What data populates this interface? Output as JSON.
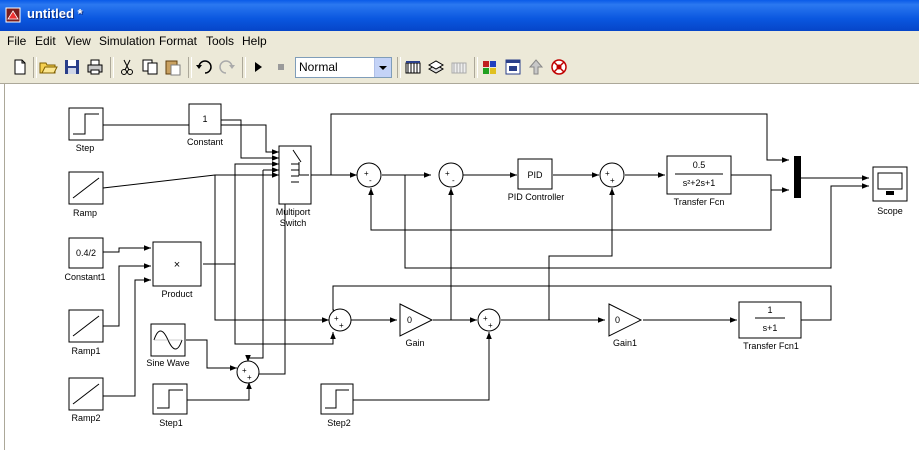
{
  "window": {
    "title": "untitled *"
  },
  "menu": [
    "File",
    "Edit",
    "View",
    "Simulation",
    "Format",
    "Tools",
    "Help"
  ],
  "toolbar": {
    "sim_mode": "Normal"
  },
  "blocks": {
    "step": "Step",
    "constant": "Constant",
    "constant_value": "1",
    "ramp": "Ramp",
    "constant1": "Constant1",
    "constant1_value": "0.4/2",
    "product": "Product",
    "product_symbol": "×",
    "ramp1": "Ramp1",
    "ramp2": "Ramp2",
    "sine_wave": "Sine Wave",
    "step1": "Step1",
    "step2": "Step2",
    "multiport_switch_line1": "Multiport",
    "multiport_switch_line2": "Switch",
    "pid_controller": "PID Controller",
    "pid_text": "PID",
    "transfer_fcn": "Transfer Fcn",
    "transfer_fcn_num": "0.5",
    "transfer_fcn_den": "s²+2s+1",
    "gain": "Gain",
    "gain_value": "0",
    "gain1": "Gain1",
    "gain1_value": "0",
    "transfer_fcn1": "Transfer Fcn1",
    "transfer_fcn1_num": "1",
    "transfer_fcn1_den": "s+1",
    "scope": "Scope"
  }
}
